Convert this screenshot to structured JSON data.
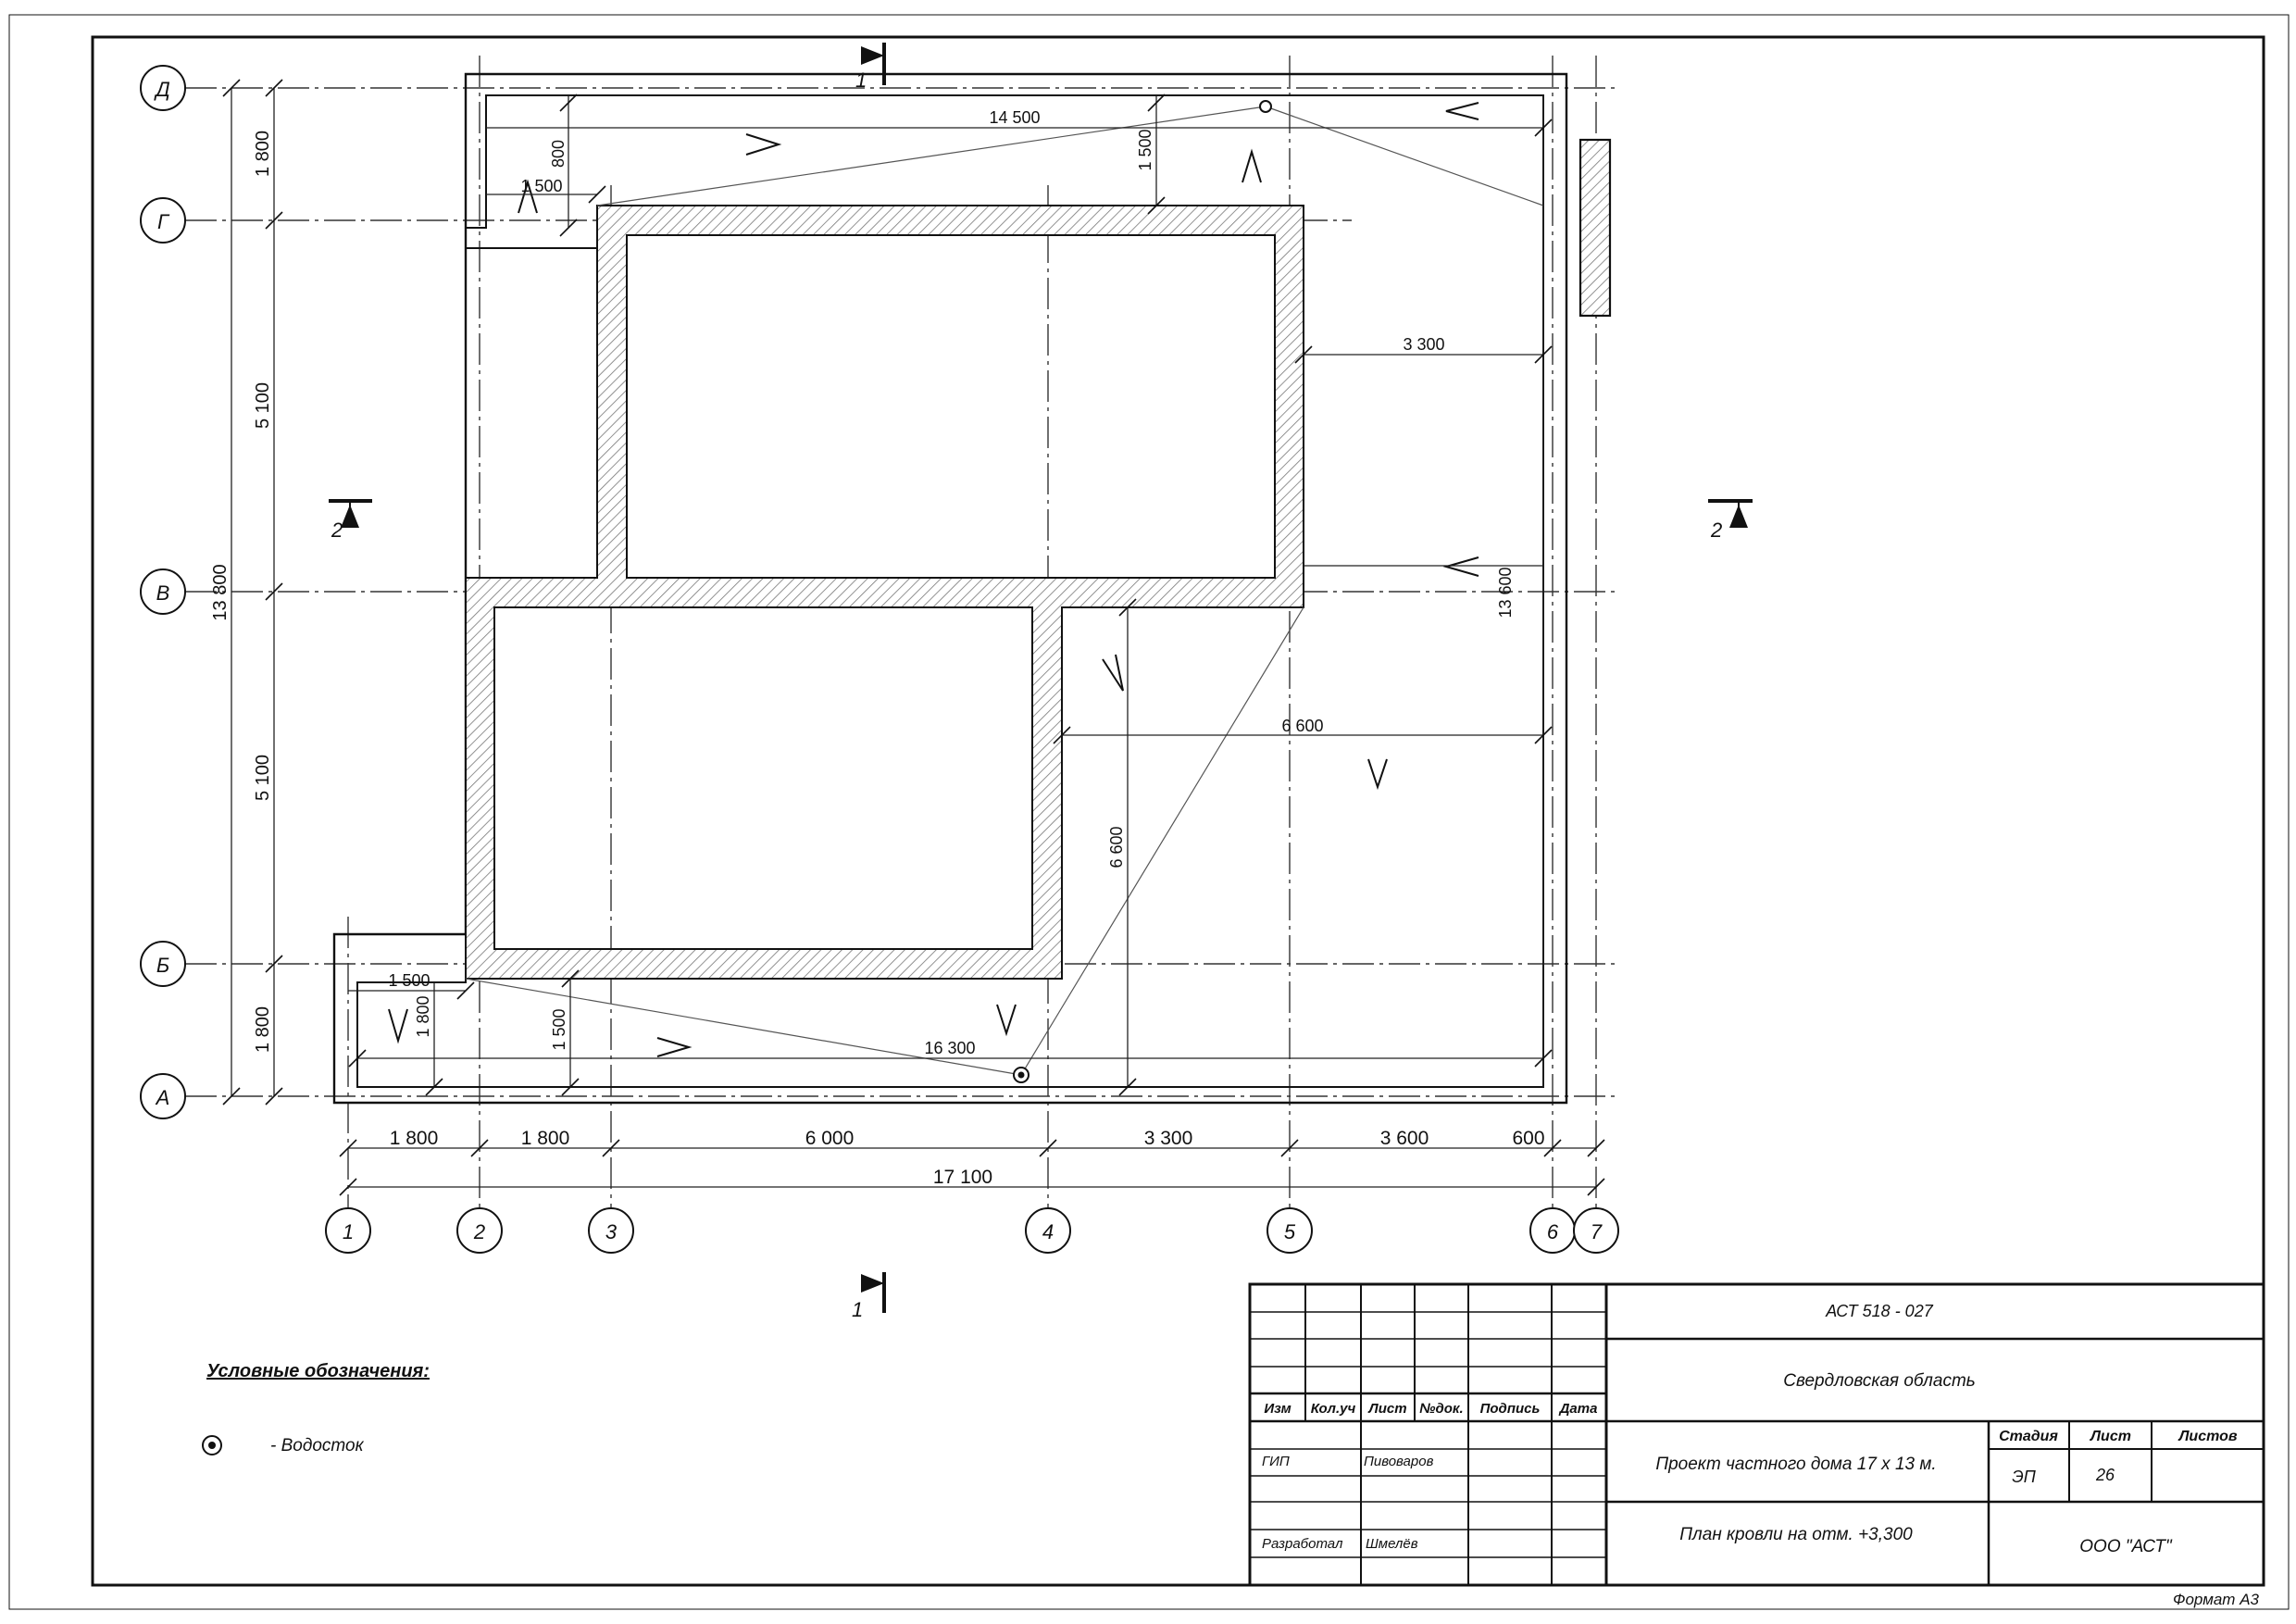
{
  "axes_letters": [
    "Д",
    "Г",
    "В",
    "Б",
    "А"
  ],
  "axes_numbers": [
    "1",
    "2",
    "3",
    "4",
    "5",
    "6",
    "7"
  ],
  "section_marks": {
    "s1": "1",
    "s2": "2"
  },
  "dims_left": {
    "d1": "1 800",
    "d2": "5 100",
    "d3": "5 100",
    "d4": "1 800",
    "total": "13 800"
  },
  "dims_bottom": {
    "d1": "1 800",
    "d2": "1 800",
    "d3": "6 000",
    "d4": "3 300",
    "d5": "3 600",
    "d6": "600",
    "total": "17 100"
  },
  "dims_inner": {
    "top_length": "14 500",
    "top_800": "800",
    "top_1500a": "1 500",
    "top_1500b": "1 500",
    "right_3300": "3 300",
    "right_13600": "13 600",
    "mid_6600": "6 600",
    "vert_6600": "6 600",
    "bot_1500a": "1 500",
    "bot_1800": "1 800",
    "bot_1500b": "1 500",
    "bot_length": "16 300"
  },
  "legend": {
    "title": "Условные обозначения:",
    "drain_label": "- Водосток"
  },
  "title_block": {
    "code": "АСТ  518 - 027",
    "region": "Свердловская область",
    "project": "Проект частного дома 17 х 13 м.",
    "sheet_title": "План кровли  на отм. +3,300",
    "company": "ООО  \"АСТ\"",
    "headers": {
      "izm": "Изм",
      "kol": "Кол.уч",
      "list": "Лист",
      "ndok": "№док.",
      "podp": "Подпись",
      "data": "Дата"
    },
    "stage_header": "Стадия",
    "sheet_header": "Лист",
    "sheets_header": "Листов",
    "stage": "ЭП",
    "sheet": "26",
    "gip_role": "ГИП",
    "gip_name": "Пивоваров",
    "dev_role": "Разработал",
    "dev_name": "Шмелёв"
  },
  "format": "Формат А3"
}
